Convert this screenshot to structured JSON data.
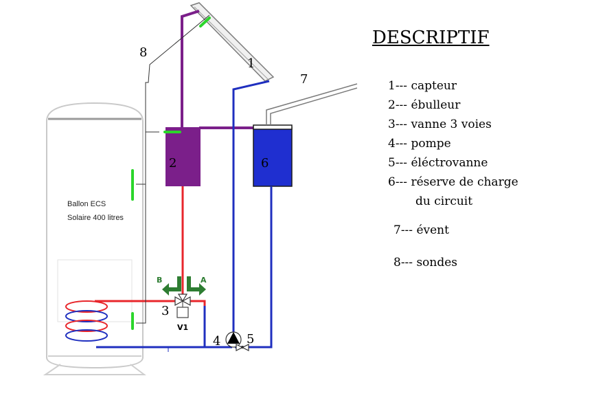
{
  "legend": {
    "title": "DESCRIPTIF",
    "items": [
      "1--- capteur",
      "2--- ébulleur",
      "3--- vanne 3 voies",
      "4--- pompe",
      "5--- éléctrovanne",
      "6--- réserve de charge",
      "du circuit",
      "7--- évent",
      "8--- sondes"
    ]
  },
  "labels": {
    "n1": "1",
    "n2": "2",
    "n3": "3",
    "n4": "4",
    "n5": "5",
    "n6": "6",
    "n7": "7",
    "n8": "8",
    "valve_b": "B",
    "valve_a": "A",
    "v1": "V1"
  },
  "tank": {
    "line1": "Ballon ECS",
    "line2": "Solaire 400 litres"
  },
  "colors": {
    "purple": "#7b1f8a",
    "red": "#e8262b",
    "blue": "#1f2fbf",
    "green": "#2bd62b",
    "valve_green": "#2e7d32"
  }
}
